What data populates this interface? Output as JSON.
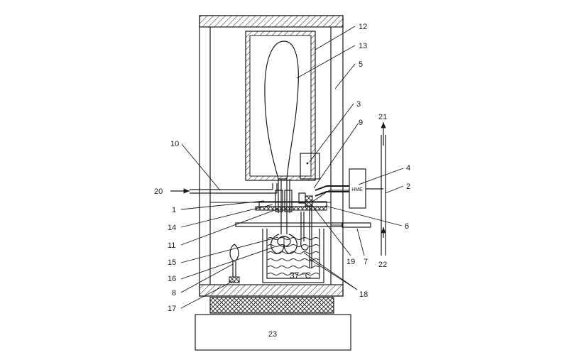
{
  "callouts": [
    "12",
    "13",
    "5",
    "3",
    "9",
    "4",
    "2",
    "21",
    "22",
    "10",
    "20",
    "1",
    "14",
    "11",
    "15",
    "16",
    "8",
    "17",
    "6",
    "7",
    "19",
    "18"
  ],
  "box_labels": {
    "hme": "HME",
    "temperature": "37 °C",
    "base": "23"
  }
}
